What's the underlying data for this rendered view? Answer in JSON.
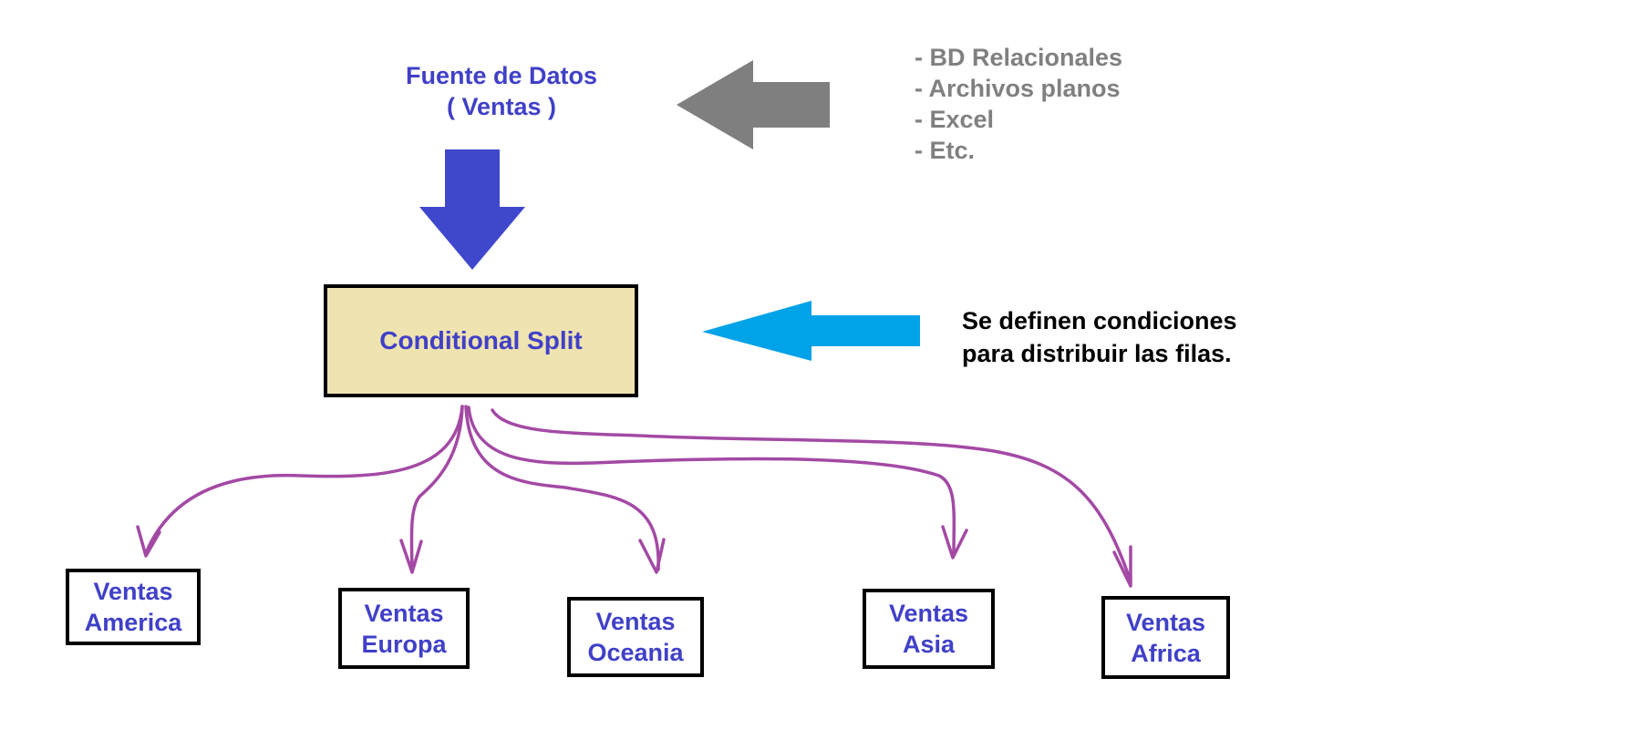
{
  "source": {
    "title": "Fuente de Datos\n( Ventas )"
  },
  "source_types": [
    "- BD Relacionales",
    "- Archivos planos",
    "- Excel",
    "- Etc."
  ],
  "transform": {
    "label": "Conditional Split"
  },
  "note": "Se definen condiciones\npara distribuir las filas.",
  "outputs": [
    "Ventas\nAmerica",
    "Ventas\nEuropa",
    "Ventas\nOceania",
    "Ventas\nAsia",
    "Ventas\nAfrica"
  ],
  "colors": {
    "title_text": "#4040c8",
    "down_arrow": "#3f48cc",
    "gray_arrow": "#7f7f7f",
    "blue_arrow": "#00a2e8",
    "split_fill": "#efe3b0",
    "connector": "#a349a4",
    "source_list_text": "#808080"
  }
}
